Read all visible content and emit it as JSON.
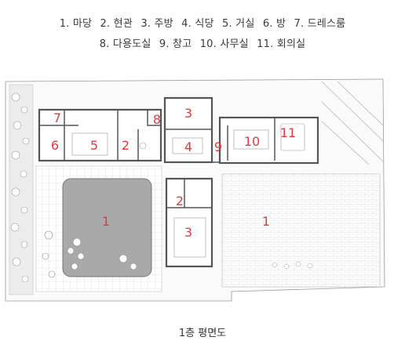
{
  "legend": [
    {
      "num": "1.",
      "label": "마당"
    },
    {
      "num": "2.",
      "label": "현관"
    },
    {
      "num": "3.",
      "label": "주방"
    },
    {
      "num": "4.",
      "label": "식당"
    },
    {
      "num": "5.",
      "label": "거실"
    },
    {
      "num": "6.",
      "label": "방"
    },
    {
      "num": "7.",
      "label": "드레스룸"
    },
    {
      "num": "8.",
      "label": "다용도실"
    },
    {
      "num": "9.",
      "label": "창고"
    },
    {
      "num": "10.",
      "label": "사무실"
    },
    {
      "num": "11.",
      "label": "회의실"
    }
  ],
  "room_numbers": [
    "7",
    "8",
    "3",
    "6",
    "5",
    "2",
    "4",
    "9",
    "10",
    "11",
    "2",
    "3",
    "1",
    "1"
  ],
  "caption": "1층 평면도",
  "colors": {
    "room_number": "#e0393e",
    "wall": "#555555",
    "courtyard": "#aaaaaa"
  }
}
